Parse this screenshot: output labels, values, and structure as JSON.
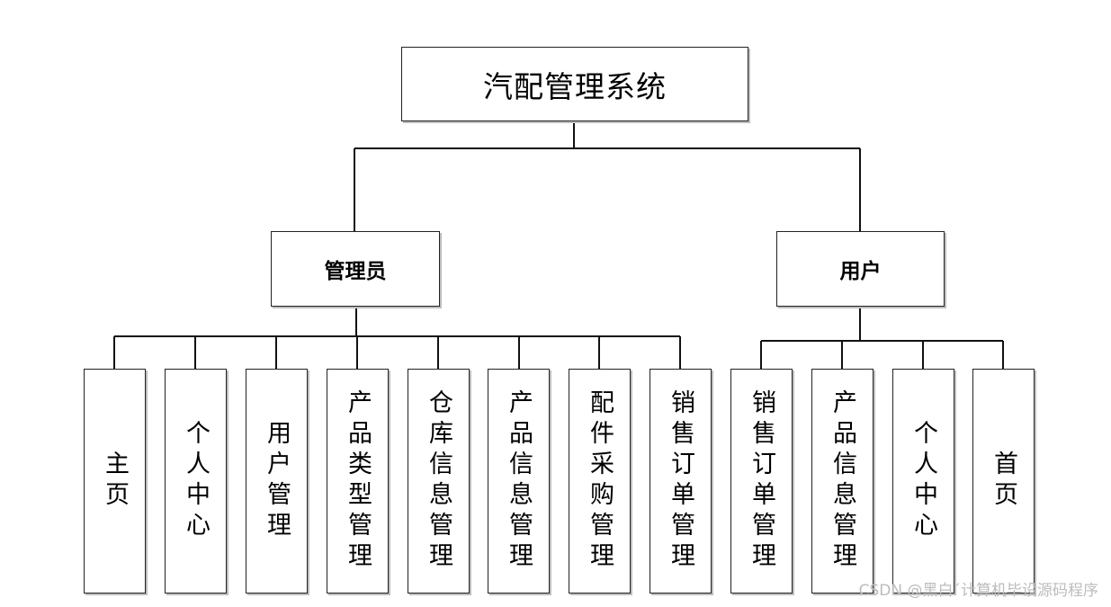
{
  "root": {
    "label": "汽配管理系统"
  },
  "roles": [
    {
      "label": "管理员",
      "modules": [
        "主页",
        "个人中心",
        "用户管理",
        "产品类型管理",
        "仓库信息管理",
        "产品信息管理",
        "配件采购管理",
        "销售订单管理"
      ]
    },
    {
      "label": "用户",
      "modules": [
        "销售订单管理",
        "产品信息管理",
        "个人中心",
        "首页"
      ]
    }
  ],
  "watermark": "CSDN @黑白´计算机毕设源码程序"
}
